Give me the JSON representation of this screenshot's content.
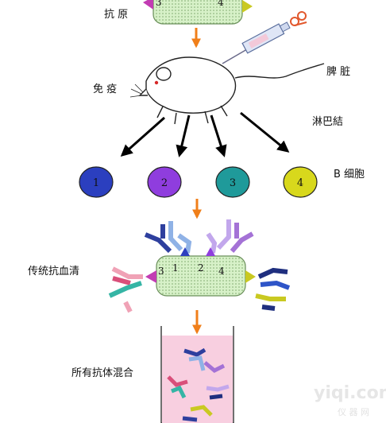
{
  "labels": {
    "antigen": "抗 原",
    "immunize": "免 疫",
    "spleen": "脾 脏",
    "lymph_node": "淋巴結",
    "b_cell": "B 细胞",
    "serum": "传统抗血清",
    "mixture": "所有抗体混合"
  },
  "epitopes_top": [
    "3",
    "4"
  ],
  "b_cells": [
    {
      "label": "1",
      "color": "#2b3fbf"
    },
    {
      "label": "2",
      "color": "#8f3dde"
    },
    {
      "label": "3",
      "color": "#1f9a9a"
    },
    {
      "label": "4",
      "color": "#d8d81c"
    }
  ],
  "epitopes_middle": [
    "1",
    "2",
    "3",
    "4"
  ],
  "watermark": {
    "main": "yiqi.com",
    "sub": "仪 器 网"
  },
  "colors": {
    "antigen_fill": "#d6f0c6",
    "arrow_orange": "#f07f1a",
    "tube_fill": "#f8cfe0"
  }
}
